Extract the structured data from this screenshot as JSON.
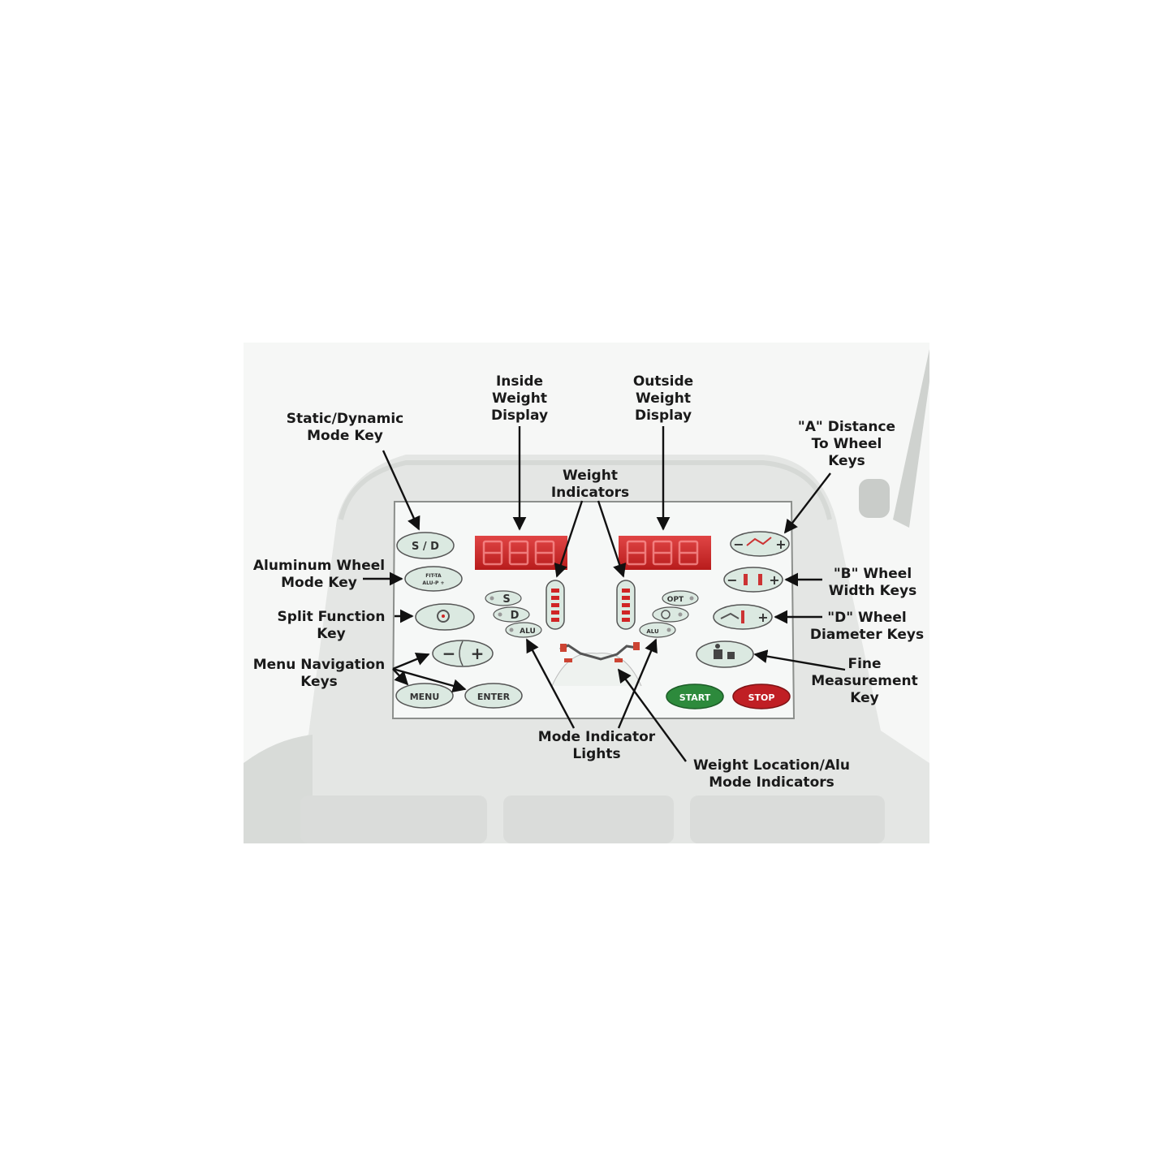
{
  "labels": {
    "static_dynamic": [
      "Static/Dynamic",
      "Mode Key"
    ],
    "inside_display": [
      "Inside",
      "Weight",
      "Display"
    ],
    "outside_display": [
      "Outside",
      "Weight",
      "Display"
    ],
    "weight_indicators": [
      "Weight",
      "Indicators"
    ],
    "a_distance": [
      "\"A\" Distance",
      "To Wheel",
      "Keys"
    ],
    "aluminum": [
      "Aluminum Wheel",
      "Mode Key"
    ],
    "b_width": [
      "\"B\" Wheel",
      "Width Keys"
    ],
    "split": [
      "Split Function",
      "Key"
    ],
    "d_diameter": [
      "\"D\" Wheel",
      "Diameter Keys"
    ],
    "menu_nav": [
      "Menu Navigation",
      "Keys"
    ],
    "fine": [
      "Fine",
      "Measurement",
      "Key"
    ],
    "mode_lights": [
      "Mode Indicator",
      "Lights"
    ],
    "weight_location": [
      "Weight Location/Alu",
      "Mode Indicators"
    ]
  },
  "keys": {
    "sd": "S / D",
    "alu_line1": "FIT-TA",
    "alu_line2": "ALU-P +",
    "minus": "−",
    "plus": "+",
    "menu": "MENU",
    "enter": "ENTER",
    "start": "START",
    "stop": "STOP",
    "s": "S",
    "d": "D",
    "alu": "ALU",
    "opt": "OPT",
    "alu_small": "ALU"
  },
  "colors": {
    "housing": "#e3e5e3",
    "panel": "#f7f9f8",
    "display": "#d02525",
    "key_fill": "#dbe9e1",
    "start": "#2d8a3c",
    "stop": "#c01f24",
    "arrow": "#111111"
  },
  "icons": [
    "wheel-icon",
    "fine-measure-icon",
    "wheel-profile-icon"
  ]
}
